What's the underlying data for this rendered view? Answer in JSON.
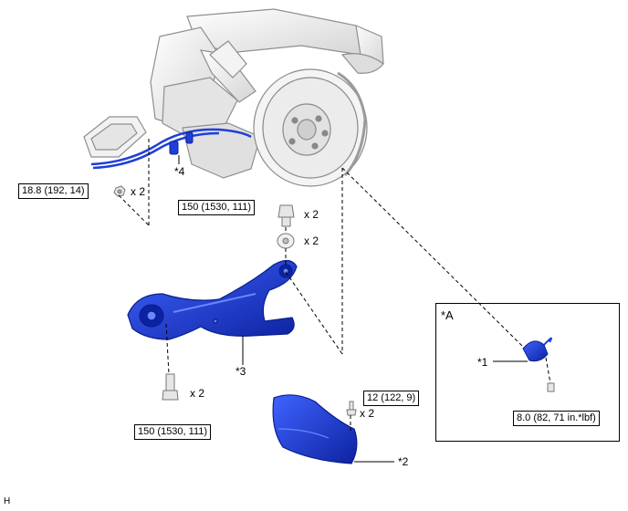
{
  "torques": {
    "t1": "18.8 (192, 14)",
    "t2": "150 (1530, 111)",
    "t3": "150 (1530, 111)",
    "t4": "12 (122, 9)",
    "t5": "8.0 (82, 71 in.*lbf)"
  },
  "quantities": {
    "q1": "x 2",
    "q2": "x 2",
    "q3": "x 2",
    "q4": "x 2",
    "q5": "x 2"
  },
  "callouts": {
    "c1": "*1",
    "c2": "*2",
    "c3": "*3",
    "c4": "*4",
    "inset_label": "*A"
  },
  "corner_label": "H",
  "colors": {
    "part_blue": "#1f3fd8",
    "part_blue_dark": "#0d2299",
    "gray_outline": "#8a8a8a",
    "gray_fill": "#ececec"
  }
}
